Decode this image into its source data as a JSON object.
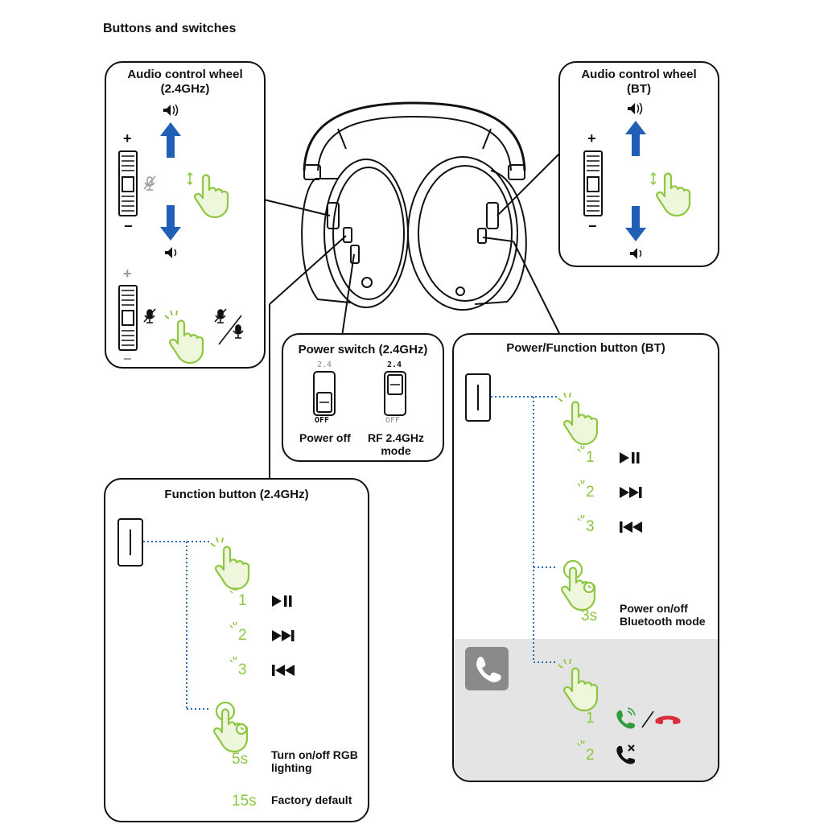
{
  "page_title": "Buttons and switches",
  "panels": {
    "wheel_24": {
      "title": "Audio control wheel\n(2.4GHz)",
      "plus": "+",
      "minus": "−"
    },
    "wheel_bt": {
      "title": "Audio control wheel\n(BT)",
      "plus": "+",
      "minus": "−"
    },
    "power_switch": {
      "title": "Power switch (2.4GHz)",
      "switch_top": "2.4",
      "switch_bottom": "OFF",
      "off_label": "Power off",
      "rf_label": "RF 2.4GHz\nmode"
    },
    "function_24": {
      "title": "Function button (2.4GHz)",
      "presses": [
        "1",
        "2",
        "3"
      ],
      "hold_5s": "5s",
      "hold_5s_label": "Turn on/off RGB\nlighting",
      "hold_15s": "15s",
      "hold_15s_label": "Factory default"
    },
    "power_bt": {
      "title": "Power/Function button (BT)",
      "presses": [
        "1",
        "2",
        "3"
      ],
      "hold_3s": "3s",
      "hold_3s_label": "Power on/off\nBluetooth mode",
      "call_presses": [
        "1",
        "2"
      ]
    }
  },
  "icons": {
    "speaker_up": "speaker-volume-up-icon",
    "speaker_down": "speaker-volume-down-icon",
    "mic_mute": "mic-mute-icon",
    "play_pause": "play-pause-icon",
    "next": "next-track-icon",
    "prev": "previous-track-icon",
    "phone": "phone-icon"
  },
  "colors": {
    "arrow_blue": "#1f5fb5",
    "hand_green": "#8dc63f",
    "dotted_blue": "#2b6cb8",
    "call_green": "#2e9e3a",
    "call_red": "#d7303a",
    "gray_area": "#e4e4e4"
  }
}
